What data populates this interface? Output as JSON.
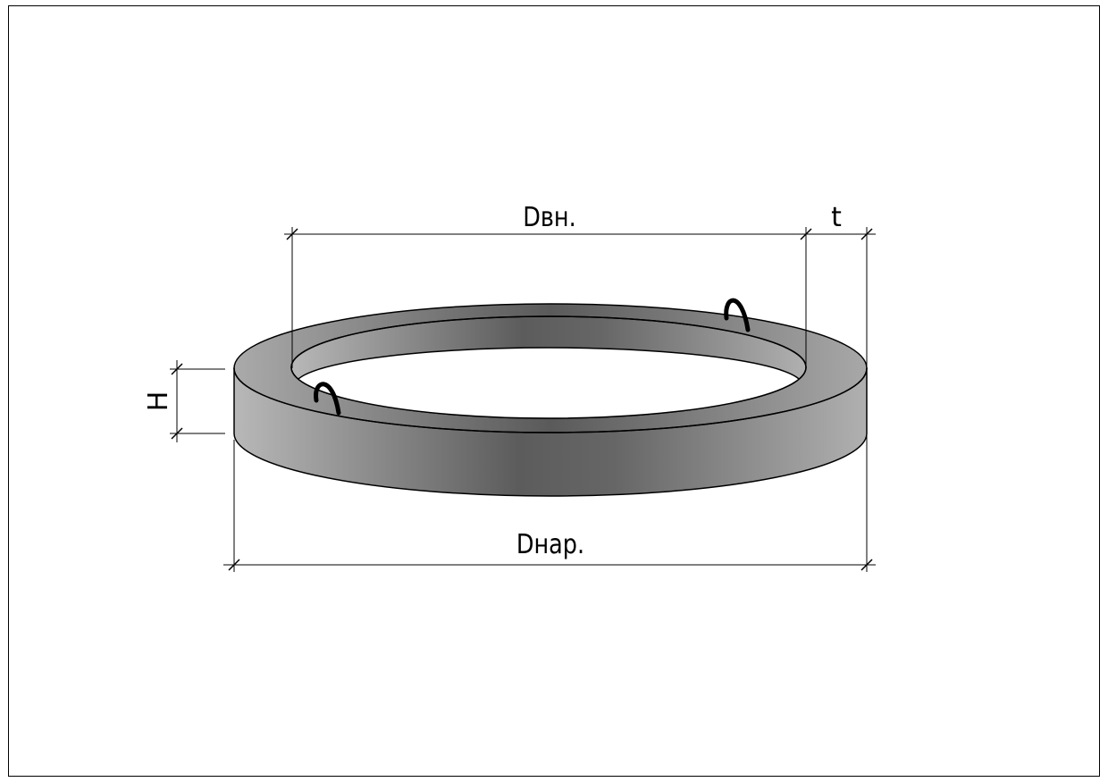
{
  "drawing": {
    "labels": {
      "inner_diameter": "Dвн.",
      "wall_thickness": "t",
      "height": "H",
      "outer_diameter": "Dнар."
    },
    "colors": {
      "line": "#000000",
      "concrete_light": "#b4b4b4",
      "concrete_dark": "#5a5a5a"
    }
  }
}
